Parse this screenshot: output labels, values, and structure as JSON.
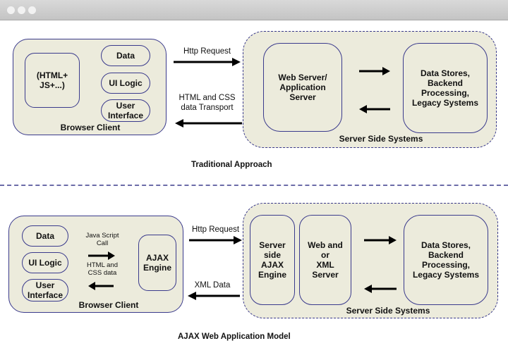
{
  "traditional": {
    "browser_client": {
      "title": "Browser Client",
      "html_js": "(HTML+\nJS+...)",
      "data": "Data",
      "ui_logic": "UI Logic",
      "user_interface": "User\nInterface"
    },
    "http_request": "Http Request",
    "transport": "HTML and CSS\ndata Transport",
    "server_side": {
      "title": "Server Side Systems",
      "web_server": "Web Server/\nApplication\nServer",
      "data_stores": "Data Stores,\nBackend\nProcessing,\nLegacy Systems"
    },
    "caption": "Traditional Approach"
  },
  "ajax": {
    "browser_client": {
      "title": "Browser Client",
      "data": "Data",
      "ui_logic": "UI Logic",
      "user_interface": "User\nInterface",
      "js_call": "Java Script\nCall",
      "html_css": "HTML and\nCSS data",
      "ajax_engine": "AJAX\nEngine"
    },
    "http_request": "Http Request",
    "xml_data": "XML Data",
    "server_side": {
      "title": "Server Side Systems",
      "server_ajax": "Server\nside\nAJAX\nEngine",
      "web_xml": "Web and\nor\nXML\nServer",
      "data_stores": "Data Stores,\nBackend\nProcessing,\nLegacy Systems"
    },
    "caption": "AJAX Web Application Model"
  }
}
